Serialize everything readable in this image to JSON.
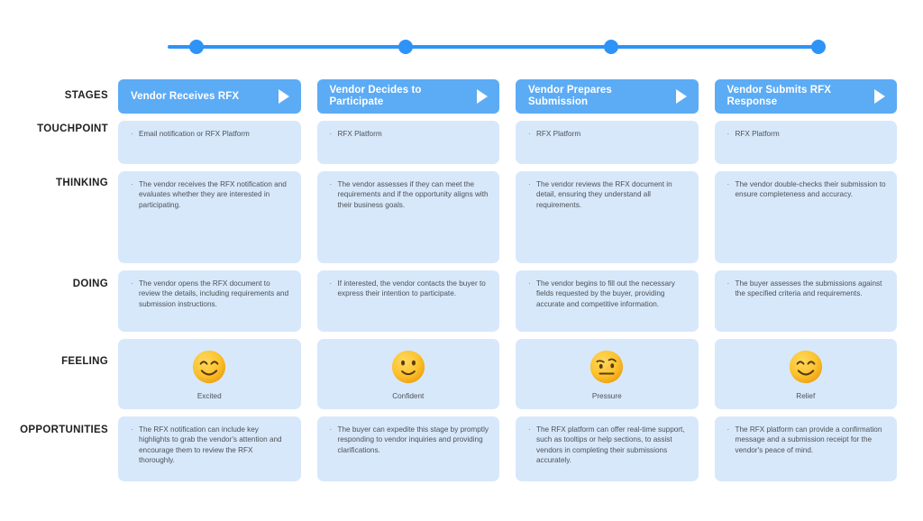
{
  "timeline": {
    "dot_positions_pct": [
      4.4,
      36.6,
      68.2,
      100
    ],
    "color": "#2e93f7"
  },
  "row_labels": {
    "stages": "STAGES",
    "touchpoint": "TOUCHPOINT",
    "thinking": "THINKING",
    "doing": "DOING",
    "feeling": "FEELING",
    "opportunities": "OPPORTUNITIES"
  },
  "colors": {
    "stage_chip": "#5cabf5",
    "card": "#d8e8fb",
    "accent": "#2e93f7",
    "label_text": "#1f2023",
    "body_text": "#4c5155",
    "background": "#ffffff"
  },
  "stages": [
    {
      "title": "Vendor Receives RFX",
      "touchpoint": "Email notification or RFX Platform",
      "thinking": "The vendor receives the RFX notification and evaluates whether they are interested in participating.",
      "doing": "The vendor opens the RFX document to review the details, including requirements and submission instructions.",
      "feeling_emoji": "smiling-face-with-smiling-eyes",
      "feeling_label": "Excited",
      "opportunity": "The RFX notification can include key highlights to grab the vendor's attention and encourage them to review the RFX thoroughly."
    },
    {
      "title": "Vendor Decides to Participate",
      "touchpoint": "RFX Platform",
      "thinking": "The vendor assesses if they can meet the requirements and if the opportunity aligns with their business goals.",
      "doing": "If interested, the vendor contacts the buyer to express their intention to participate.",
      "feeling_emoji": "slightly-smiling-face",
      "feeling_label": "Confident",
      "opportunity": "The buyer can expedite this stage by promptly responding to vendor inquiries and providing clarifications."
    },
    {
      "title": "Vendor Prepares Submission",
      "touchpoint": "RFX Platform",
      "thinking": "The vendor reviews the RFX document in detail, ensuring they understand all requirements.",
      "doing": "The vendor begins to fill out the necessary fields requested by the buyer, providing accurate and competitive information.",
      "feeling_emoji": "face-with-raised-eyebrow",
      "feeling_label": "Pressure",
      "opportunity": "The RFX platform can offer real-time support, such as tooltips or help sections, to assist vendors in completing their submissions accurately."
    },
    {
      "title": "Vendor Submits RFX Response",
      "touchpoint": "RFX Platform",
      "thinking": "The vendor double-checks their submission to ensure completeness and accuracy.",
      "doing": "The buyer assesses the submissions against the specified criteria and requirements.",
      "feeling_emoji": "smiling-face-with-smiling-eyes",
      "feeling_label": "Relief",
      "opportunity": "The RFX platform can provide a confirmation message and a submission receipt for the vendor's peace of mind."
    }
  ],
  "bullet_glyph": "·"
}
